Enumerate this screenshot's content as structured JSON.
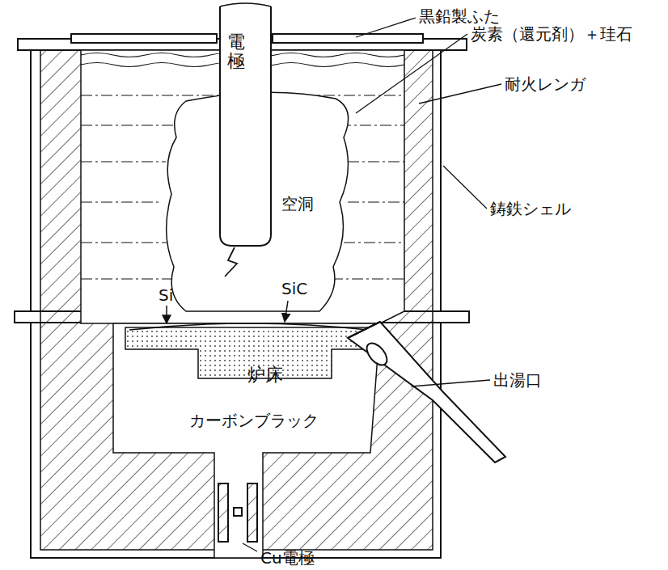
{
  "diagram": {
    "nodes": [
      {
        "text": [
          "電極"
        ]
      },
      {
        "text": [
          "炉床"
        ]
      }
    ],
    "labels": [
      "黒鉛製ふた",
      "炭素（還元剤）＋珪石",
      "耐火レンガ",
      "鋳鉄シェル",
      "空洞",
      "SiC",
      "Si",
      "出湯口",
      "カーボンブラック",
      "Cu電極"
    ]
  }
}
